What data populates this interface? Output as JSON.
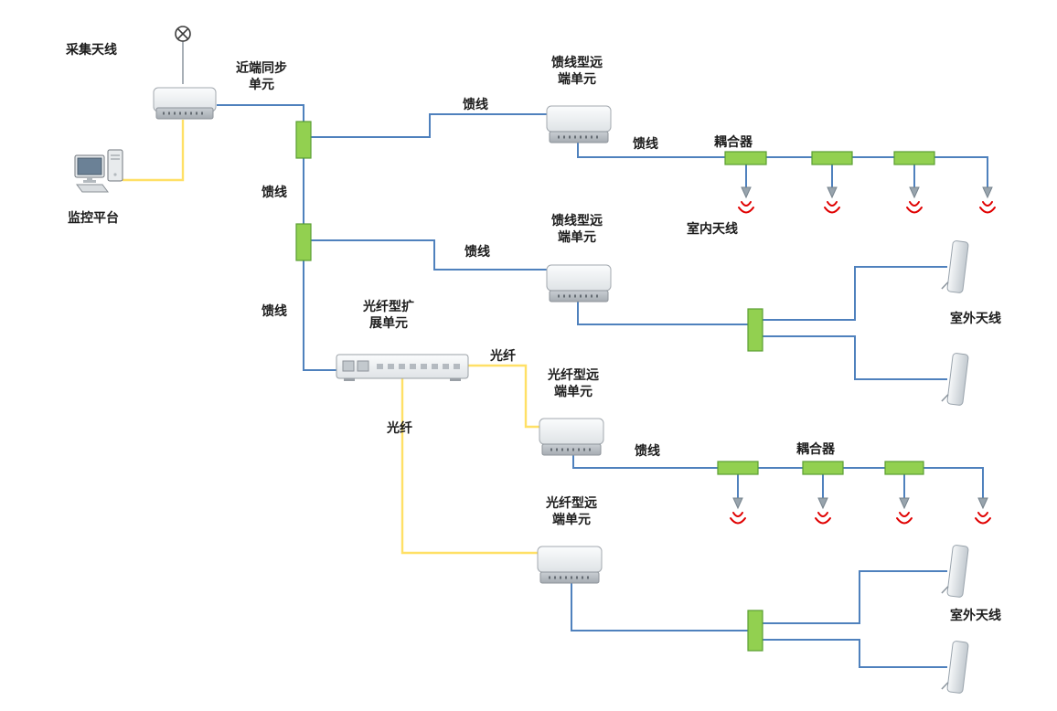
{
  "diagram": {
    "labels": {
      "collect_antenna": "采集天线",
      "near_sync_unit": "近端同步单元",
      "monitor_platform": "监控平台",
      "feeder": "馈线",
      "feeder_remote_unit": "馈线型远端单元",
      "coupler": "耦合器",
      "indoor_antenna": "室内天线",
      "outdoor_antenna": "室外天线",
      "fiber_expansion_unit": "光纤型扩展单元",
      "fiber": "光纤",
      "fiber_remote_unit": "光纤型远端单元"
    },
    "colors": {
      "feeder_line": "#4f81bd",
      "fiber_line": "#ffe066",
      "coupler_fill": "#92d050",
      "coupler_border": "#5a9e32",
      "signal_red": "#e00000"
    }
  }
}
